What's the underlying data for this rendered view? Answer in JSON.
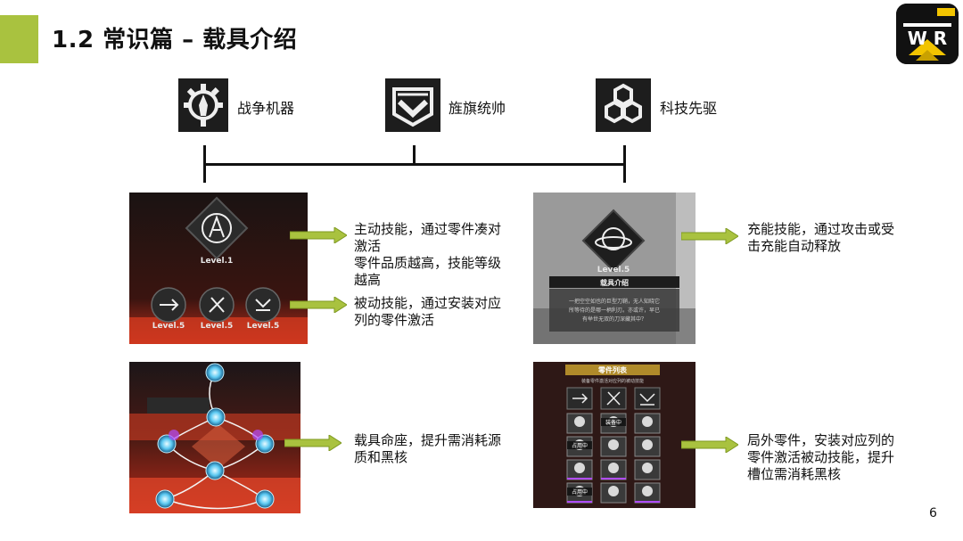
{
  "slide": {
    "title": "1.2 常识篇 – 载具介绍",
    "page_number": "6",
    "accent_color": "#a9c23f",
    "logo_icon": "game-logo-icon"
  },
  "categories": [
    {
      "label": "战争机器",
      "icon": "gear-rocket-icon"
    },
    {
      "label": "旌旗统帅",
      "icon": "banner-chevron-icon"
    },
    {
      "label": "科技先驱",
      "icon": "hexagon-cluster-icon"
    }
  ],
  "skills_shot": {
    "main_level": "Level.1",
    "sub_levels": [
      "Level.5",
      "Level.5",
      "Level.5"
    ]
  },
  "charge_shot": {
    "level": "Level.5",
    "panel_title": "载具介绍",
    "panel_text": [
      "一把空空如也的巨型刀鞘，无人知晓它",
      "所等待的是哪一柄利刃。亦或许，早已",
      "有举世无双的刀深藏其中？"
    ]
  },
  "parts_shot": {
    "header": "零件列表",
    "subheader": "装备零件激活对应列的被动技能",
    "tags": [
      "装备中",
      "占用中",
      "占用中"
    ]
  },
  "descriptions": {
    "active": [
      "主动技能，通过零件凑对",
      "激活",
      "零件品质越高，技能等级",
      "越高"
    ],
    "passive": [
      "被动技能，通过安装对应",
      "列的零件激活"
    ],
    "charge": [
      "充能技能，通过攻击或受",
      "击充能自动释放"
    ],
    "constellation": [
      "载具命座，提升需消耗源",
      "质和黑核"
    ],
    "parts": [
      "局外零件，安装对应列的",
      "零件激活被动技能，提升",
      "槽位需消耗黑核"
    ]
  }
}
